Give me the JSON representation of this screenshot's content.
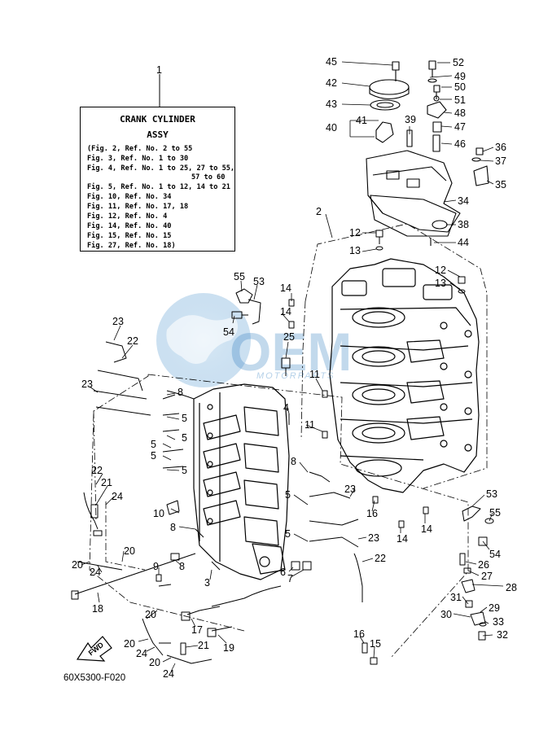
{
  "legend": {
    "title_line1": "CRANK CYLINDER",
    "title_line2": "ASSY",
    "lines": [
      "(Fig. 2, Ref. No. 2 to 55",
      "Fig. 3, Ref. No. 1 to 30",
      "Fig. 4, Ref. No. 1 to 25, 27 to 55,",
      "57 to 60",
      "Fig. 5, Ref. No. 1 to 12, 14 to 21",
      "Fig. 10, Ref. No. 34",
      "Fig. 11, Ref. No. 17, 18",
      "Fig. 12, Ref. No. 4",
      "Fig. 14, Ref. No. 40",
      "Fig. 15, Ref. No. 15",
      "Fig. 27, Ref. No. 18)"
    ]
  },
  "diagram_code": "60X5300-F020",
  "fwd_label": "FWD",
  "watermark": {
    "text": "MOTORPARTS",
    "brand": "OEM",
    "color": "#2878be"
  },
  "callouts": [
    "1",
    "45",
    "52",
    "49",
    "50",
    "51",
    "42",
    "48",
    "43",
    "47",
    "39",
    "41",
    "40",
    "46",
    "36",
    "37",
    "35",
    "34",
    "2",
    "38",
    "12",
    "44",
    "13",
    "12",
    "13",
    "55",
    "53",
    "14",
    "14",
    "54",
    "23",
    "22",
    "25",
    "11",
    "23",
    "8",
    "4",
    "11",
    "5",
    "5",
    "5",
    "5",
    "5",
    "22",
    "21",
    "24",
    "8",
    "23",
    "5",
    "10",
    "16",
    "53",
    "8",
    "5",
    "14",
    "14",
    "55",
    "20",
    "23",
    "54",
    "20",
    "22",
    "24",
    "9",
    "8",
    "26",
    "6",
    "7",
    "3",
    "27",
    "18",
    "28",
    "31",
    "29",
    "30",
    "20",
    "17",
    "33",
    "19",
    "20",
    "24",
    "16",
    "21",
    "32",
    "15",
    "20",
    "24"
  ]
}
